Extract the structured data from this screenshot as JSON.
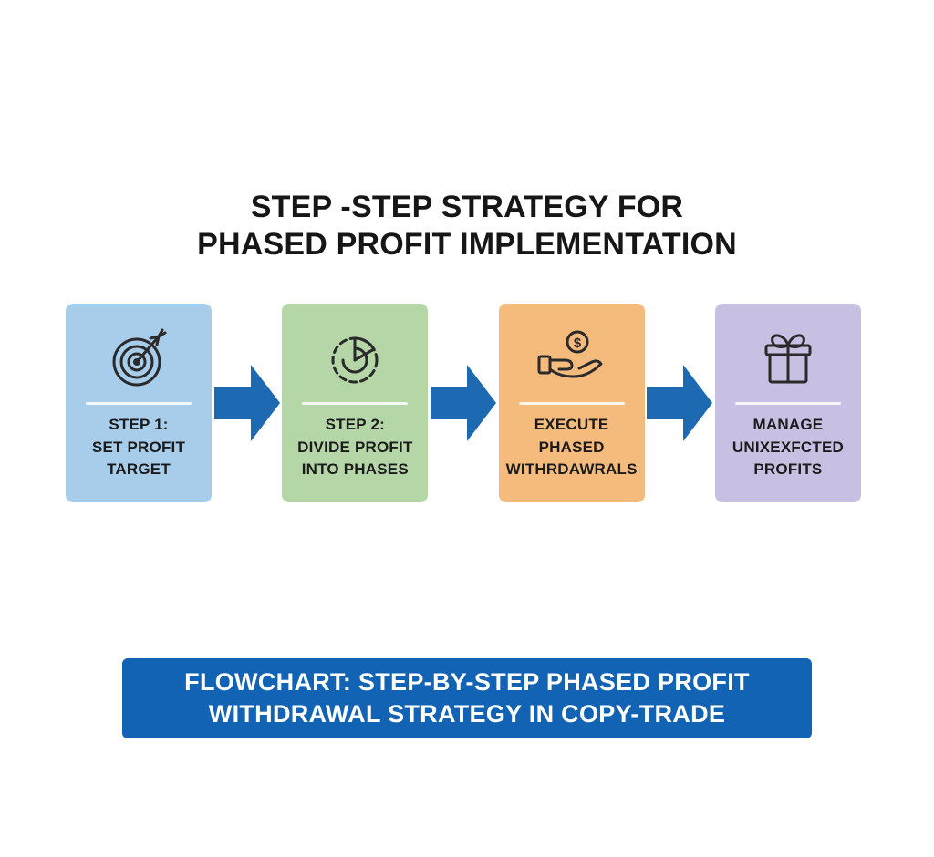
{
  "title": {
    "line1": "STEP -STEP STRATEGY FOR",
    "line2": "PHASED PROFIT IMPLEMENTATION"
  },
  "steps": [
    {
      "icon": "target-icon",
      "bg": "#a8cdeb",
      "label_lines": [
        "STEP 1:",
        "SET PROFIT",
        "TARGET"
      ]
    },
    {
      "icon": "pie-chart-icon",
      "bg": "#b5d7a8",
      "label_lines": [
        "STEP 2:",
        "DIVIDE PROFIT",
        "INTO PHASES"
      ]
    },
    {
      "icon": "hand-coin-icon",
      "bg": "#f5bb7d",
      "label_lines": [
        "EXECUTE",
        "PHASED",
        "WITHRDAWRALS"
      ]
    },
    {
      "icon": "gift-icon",
      "bg": "#c7c0e2",
      "label_lines": [
        "MANAGE",
        "UNIXEXFCTED",
        "PROFITS"
      ]
    }
  ],
  "icons": {
    "dollar_symbol": "$"
  },
  "colors": {
    "arrow": "#1d6ab2",
    "banner_bg": "#1263b3",
    "banner_text": "#ffffff"
  },
  "banner": {
    "line1": "FLOWCHART: STEP-BY-STEP PHASED PROFIT",
    "line2": "WITHDRAWAL STRATEGY IN COPY-TRADE"
  }
}
